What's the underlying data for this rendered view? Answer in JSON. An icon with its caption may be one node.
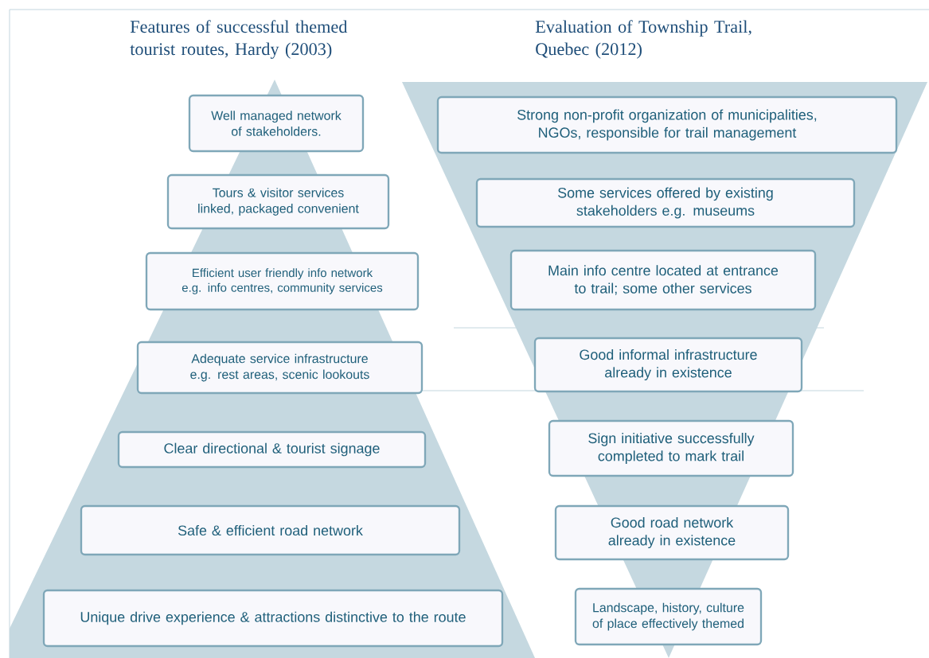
{
  "diagram": {
    "nodes": [
      {
        "text": [
          "Features of successful themed tourist routes, Hardy (2003)"
        ]
      },
      {
        "text": [
          "Well managed network of stakeholders."
        ],
        "in": 0
      },
      {
        "text": [
          "Tours & visitor services linked, packaged convenient"
        ],
        "in": 0
      },
      {
        "text": [
          "Efficient user friendly info network e.g. info centres, community services"
        ],
        "in": 0
      },
      {
        "text": [
          "Adequate service infrastructure e.g. rest areas, scenic lookouts"
        ],
        "in": 0
      },
      {
        "text": [
          "Clear directional & tourist signage"
        ],
        "in": 0
      },
      {
        "text": [
          "Safe & efficient road network"
        ],
        "in": 0
      },
      {
        "text": [
          "Unique drive experience & attractions distinctive to the route"
        ],
        "in": 0
      },
      {
        "text": [
          "Evaluation of Township Trail, Quebec (2012)"
        ]
      },
      {
        "text": [
          "Strong non-profit organization of municipalities, NGOs, responsible for trail management"
        ],
        "in": 8
      },
      {
        "text": [
          "Some services offered by existing stakeholders e.g. museums"
        ],
        "in": 8
      },
      {
        "text": [
          "Main info centre located at entrance to trail; some other services"
        ],
        "in": 8
      },
      {
        "text": [
          "Good informal infrastructure already in existence"
        ],
        "in": 8
      },
      {
        "text": [
          "Sign initiative successfully completed to mark trail"
        ],
        "in": 8
      },
      {
        "text": [
          "Good road network already in existence"
        ],
        "in": 8
      },
      {
        "text": [
          "Landscape, history, culture of place effectively themed"
        ],
        "in": 8
      }
    ]
  }
}
